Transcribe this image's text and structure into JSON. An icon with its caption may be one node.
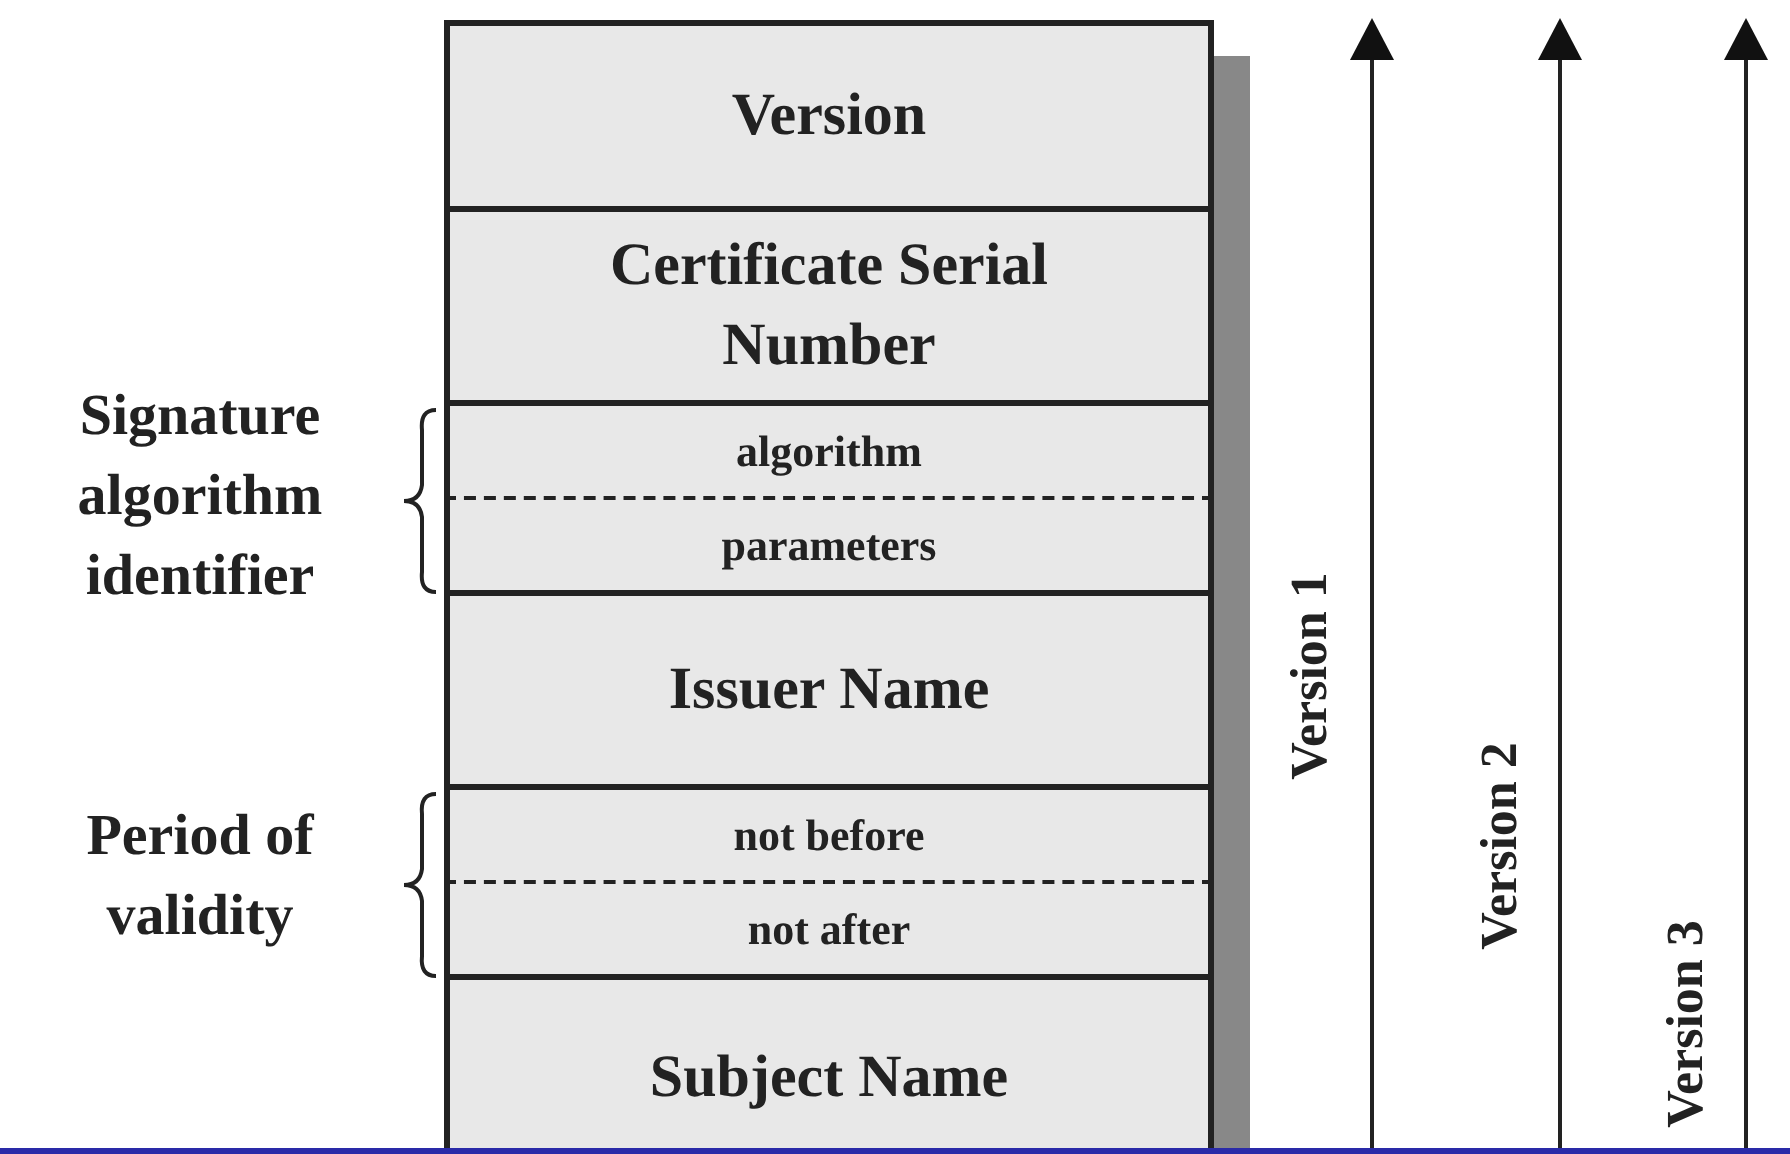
{
  "diagram": {
    "nodes": [
      {
        "text": [
          "Version"
        ]
      },
      {
        "text": [
          "Certificate Serial Number"
        ]
      },
      {
        "text": [
          "algorithm"
        ]
      },
      {
        "text": [
          "parameters"
        ]
      },
      {
        "text": [
          "Issuer Name"
        ]
      },
      {
        "text": [
          "not before"
        ]
      },
      {
        "text": [
          "not after"
        ]
      },
      {
        "text": [
          "Subject Name"
        ]
      }
    ],
    "edges": [],
    "labels": [
      "Signature algorithm identifier",
      "Period of validity",
      "Version 1",
      "Version 2",
      "Version 3"
    ]
  }
}
